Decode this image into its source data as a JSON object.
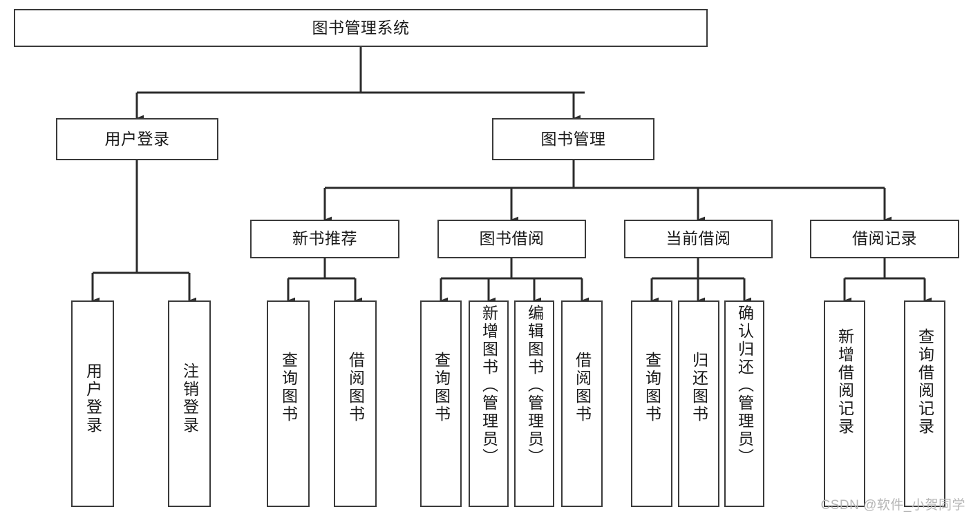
{
  "title": "图书管理系统",
  "watermark": "CSDN @软件_小贺同学",
  "colors": {
    "box_border": "#3a3a3a",
    "box_fill": "#ffffff",
    "edge": "#2b2b2b",
    "text": "#1a1a1a",
    "watermark": "#b6b6b6",
    "background": "#ffffff"
  },
  "nodes": {
    "root": {
      "label": "图书管理系统"
    },
    "level2": [
      {
        "label": "用户登录"
      },
      {
        "label": "图书管理"
      }
    ],
    "level3": [
      {
        "label": "新书推荐"
      },
      {
        "label": "图书借阅"
      },
      {
        "label": "当前借阅"
      },
      {
        "label": "借阅记录"
      }
    ],
    "leaves": [
      {
        "label": "用户登录"
      },
      {
        "label": "注销登录"
      },
      {
        "label": "查询图书"
      },
      {
        "label": "借阅图书"
      },
      {
        "label": "查询图书"
      },
      {
        "label": "新增图书（管理员）"
      },
      {
        "label": "编辑图书（管理员）"
      },
      {
        "label": "借阅图书"
      },
      {
        "label": "查询图书"
      },
      {
        "label": "归还图书"
      },
      {
        "label": "确认归还（管理员）"
      },
      {
        "label": "新增借阅记录"
      },
      {
        "label": "查询借阅记录"
      }
    ]
  },
  "chart_data": {
    "type": "diagram",
    "diagram_kind": "tree-hierarchy",
    "title": "图书管理系统",
    "orientation": "top-down",
    "levels": 4,
    "tree": {
      "name": "图书管理系统",
      "children": [
        {
          "name": "用户登录",
          "children": [
            {
              "name": "用户登录"
            },
            {
              "name": "注销登录"
            }
          ]
        },
        {
          "name": "图书管理",
          "children": [
            {
              "name": "新书推荐",
              "children": [
                {
                  "name": "查询图书"
                },
                {
                  "name": "借阅图书"
                }
              ]
            },
            {
              "name": "图书借阅",
              "children": [
                {
                  "name": "查询图书"
                },
                {
                  "name": "新增图书（管理员）"
                },
                {
                  "name": "编辑图书（管理员）"
                },
                {
                  "name": "借阅图书"
                }
              ]
            },
            {
              "name": "当前借阅",
              "children": [
                {
                  "name": "查询图书"
                },
                {
                  "name": "归还图书"
                },
                {
                  "name": "确认归还（管理员）"
                }
              ]
            },
            {
              "name": "借阅记录",
              "children": [
                {
                  "name": "新增借阅记录"
                },
                {
                  "name": "查询借阅记录"
                }
              ]
            }
          ]
        }
      ]
    }
  }
}
